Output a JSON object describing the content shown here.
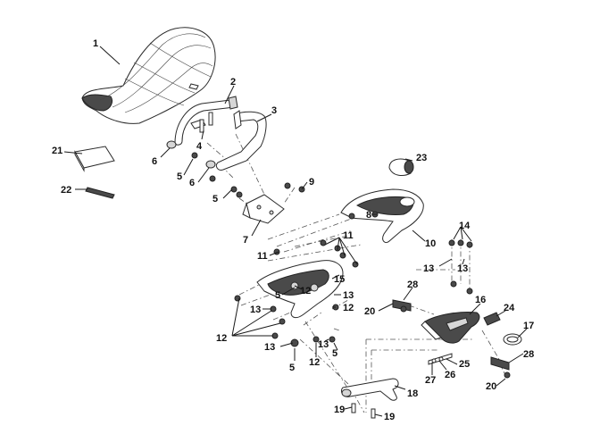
{
  "diagram": {
    "callouts": [
      {
        "id": "c1",
        "label": "1"
      },
      {
        "id": "c2",
        "label": "2"
      },
      {
        "id": "c3",
        "label": "3"
      },
      {
        "id": "c4",
        "label": "4"
      },
      {
        "id": "c5a",
        "label": "5"
      },
      {
        "id": "c5b",
        "label": "5"
      },
      {
        "id": "c5c",
        "label": "5"
      },
      {
        "id": "c5d",
        "label": "5"
      },
      {
        "id": "c5e",
        "label": "5"
      },
      {
        "id": "c6a",
        "label": "6"
      },
      {
        "id": "c6b",
        "label": "6"
      },
      {
        "id": "c7",
        "label": "7"
      },
      {
        "id": "c8",
        "label": "8"
      },
      {
        "id": "c9",
        "label": "9"
      },
      {
        "id": "c10",
        "label": "10"
      },
      {
        "id": "c11a",
        "label": "11"
      },
      {
        "id": "c11b",
        "label": "11"
      },
      {
        "id": "c12a",
        "label": "12"
      },
      {
        "id": "c12b",
        "label": "12"
      },
      {
        "id": "c12c",
        "label": "12"
      },
      {
        "id": "c12d",
        "label": "12"
      },
      {
        "id": "c13a",
        "label": "13"
      },
      {
        "id": "c13b",
        "label": "13"
      },
      {
        "id": "c13c",
        "label": "13"
      },
      {
        "id": "c13d",
        "label": "13"
      },
      {
        "id": "c13e",
        "label": "13"
      },
      {
        "id": "c13f",
        "label": "13"
      },
      {
        "id": "c14",
        "label": "14"
      },
      {
        "id": "c15",
        "label": "15"
      },
      {
        "id": "c16",
        "label": "16"
      },
      {
        "id": "c17",
        "label": "17"
      },
      {
        "id": "c18",
        "label": "18"
      },
      {
        "id": "c19a",
        "label": "19"
      },
      {
        "id": "c19b",
        "label": "19"
      },
      {
        "id": "c20a",
        "label": "20"
      },
      {
        "id": "c20b",
        "label": "20"
      },
      {
        "id": "c21",
        "label": "21"
      },
      {
        "id": "c22",
        "label": "22"
      },
      {
        "id": "c23",
        "label": "23"
      },
      {
        "id": "c24",
        "label": "24"
      },
      {
        "id": "c25",
        "label": "25"
      },
      {
        "id": "c26",
        "label": "26"
      },
      {
        "id": "c27",
        "label": "27"
      },
      {
        "id": "c28a",
        "label": "28"
      },
      {
        "id": "c28b",
        "label": "28"
      }
    ]
  }
}
